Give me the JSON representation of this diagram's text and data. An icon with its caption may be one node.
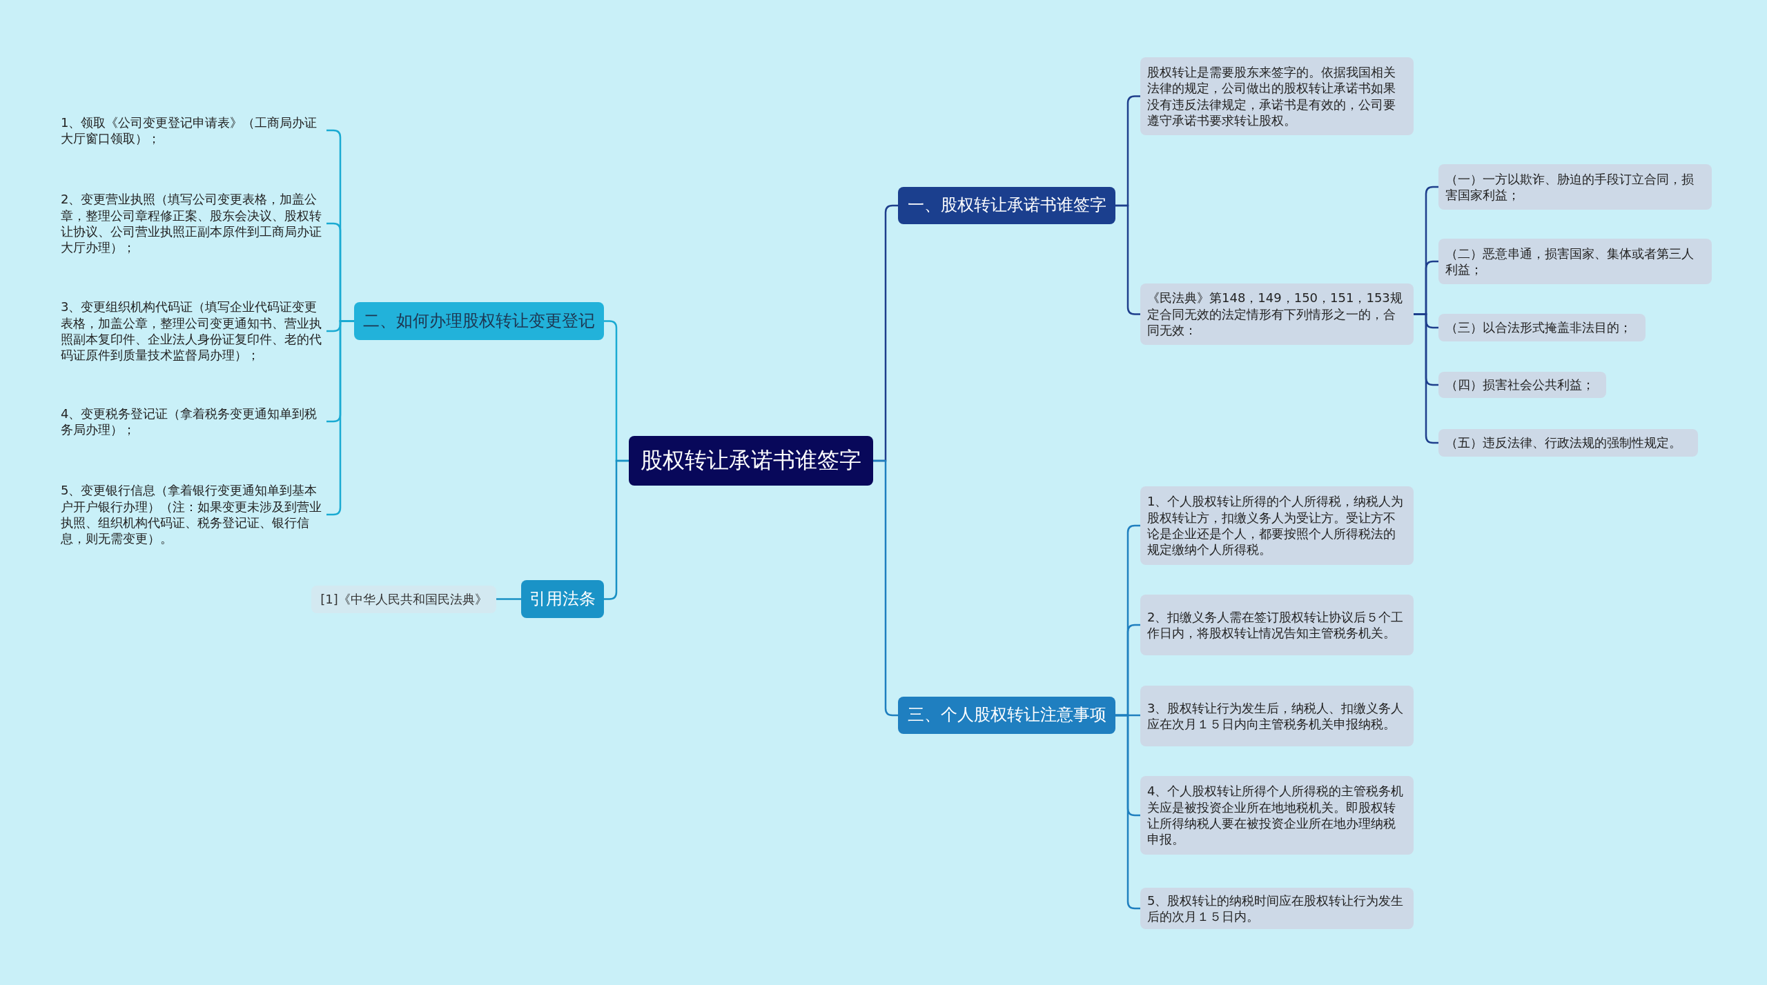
{
  "diagram": {
    "nodes": [
      {
        "text": [
          "股权转让承诺书谁签字"
        ]
      },
      {
        "text": [
          "一、股权转让承诺书谁签字"
        ]
      },
      {
        "text": [
          "股权转让是需要股东来签字的。依据我国相关法律的规定，公司做出的股权转让承诺书如果没有违反法律规定，承诺书是有效的，公司要遵守承诺书要求转让股权。"
        ]
      },
      {
        "text": [
          "《民法典》第148，149，150，151，153规定合同无效的法定情形有下列情形之一的，合同无效："
        ]
      },
      {
        "text": [
          "（一）一方以欺诈、胁迫的手段订立合同，损害国家利益；"
        ]
      },
      {
        "text": [
          "（二）恶意串通，损害国家、集体或者第三人利益；"
        ]
      },
      {
        "text": [
          "（三）以合法形式掩盖非法目的；"
        ]
      },
      {
        "text": [
          "（四）损害社会公共利益；"
        ]
      },
      {
        "text": [
          "（五）违反法律、行政法规的强制性规定。"
        ]
      },
      {
        "text": [
          "三、个人股权转让注意事项"
        ]
      },
      {
        "text": [
          "1、个人股权转让所得的个人所得税，纳税人为股权转让方，扣缴义务人为受让方。受让方不论是企业还是个人，都要按照个人所得税法的规定缴纳个人所得税。"
        ]
      },
      {
        "text": [
          "2、扣缴义务人需在签订股权转让协议后５个工作日内，将股权转让情况告知主管税务机关。"
        ]
      },
      {
        "text": [
          "3、股权转让行为发生后，纳税人、扣缴义务人应在次月１５日内向主管税务机关申报纳税。"
        ]
      },
      {
        "text": [
          "4、个人股权转让所得个人所得税的主管税务机关应是被投资企业所在地地税机关。即股权转让所得纳税人要在被投资企业所在地办理纳税申报。"
        ]
      },
      {
        "text": [
          "5、股权转让的纳税时间应在股权转让行为发生后的次月１５日内。"
        ]
      },
      {
        "text": [
          "二、如何办理股权转让变更登记"
        ]
      },
      {
        "text": [
          "1、领取《公司变更登记申请表》（工商局办证大厅窗口领取）；"
        ]
      },
      {
        "text": [
          "2、变更营业执照（填写公司变更表格，加盖公章，整理公司章程修正案、股东会决议、股权转让协议、公司营业执照正副本原件到工商局办证大厅办理）；"
        ]
      },
      {
        "text": [
          "3、变更组织机构代码证（填写企业代码证变更表格，加盖公章，整理公司变更通知书、营业执照副本复印件、企业法人身份证复印件、老的代码证原件到质量技术监督局办理）；"
        ]
      },
      {
        "text": [
          "4、变更税务登记证（拿着税务变更通知单到税务局办理）；"
        ]
      },
      {
        "text": [
          "5、变更银行信息（拿着银行变更通知单到基本户开户银行办理）（注：如果变更未涉及到营业执照、组织机构代码证、税务登记证、银行信息，则无需变更）。"
        ]
      },
      {
        "text": [
          "引用法条"
        ]
      },
      {
        "text": [
          "[1]《中华人民共和国民法典》"
        ]
      }
    ],
    "edges": [
      {
        "from": 0,
        "to": 1,
        "arrow": "none",
        "color": "#1e3f8c"
      },
      {
        "from": 1,
        "to": 2,
        "arrow": "none",
        "color": "#1e3f8c"
      },
      {
        "from": 1,
        "to": 3,
        "arrow": "none",
        "color": "#1e3f8c"
      },
      {
        "from": 3,
        "to": 4,
        "arrow": "none",
        "color": "#1e3f8c"
      },
      {
        "from": 3,
        "to": 5,
        "arrow": "none",
        "color": "#1e3f8c"
      },
      {
        "from": 3,
        "to": 6,
        "arrow": "none",
        "color": "#1e3f8c"
      },
      {
        "from": 3,
        "to": 7,
        "arrow": "none",
        "color": "#1e3f8c"
      },
      {
        "from": 3,
        "to": 8,
        "arrow": "none",
        "color": "#1e3f8c"
      },
      {
        "from": 0,
        "to": 9,
        "arrow": "none",
        "color": "#1f7fbf"
      },
      {
        "from": 9,
        "to": 10,
        "arrow": "none",
        "color": "#1f7fbf"
      },
      {
        "from": 9,
        "to": 11,
        "arrow": "none",
        "color": "#1f7fbf"
      },
      {
        "from": 9,
        "to": 12,
        "arrow": "none",
        "color": "#1f7fbf"
      },
      {
        "from": 9,
        "to": 13,
        "arrow": "none",
        "color": "#1f7fbf"
      },
      {
        "from": 9,
        "to": 14,
        "arrow": "none",
        "color": "#1f7fbf"
      },
      {
        "from": 0,
        "to": 15,
        "arrow": "none",
        "color": "#1aaad2"
      },
      {
        "from": 15,
        "to": 16,
        "arrow": "none",
        "color": "#1aaad2"
      },
      {
        "from": 15,
        "to": 17,
        "arrow": "none",
        "color": "#1aaad2"
      },
      {
        "from": 15,
        "to": 18,
        "arrow": "none",
        "color": "#1aaad2"
      },
      {
        "from": 15,
        "to": 19,
        "arrow": "none",
        "color": "#1aaad2"
      },
      {
        "from": 15,
        "to": 20,
        "arrow": "none",
        "color": "#1aaad2"
      },
      {
        "from": 0,
        "to": 21,
        "arrow": "none",
        "color": "#1890c4"
      },
      {
        "from": 21,
        "to": 22,
        "arrow": "none",
        "color": "#1890c4"
      }
    ]
  }
}
